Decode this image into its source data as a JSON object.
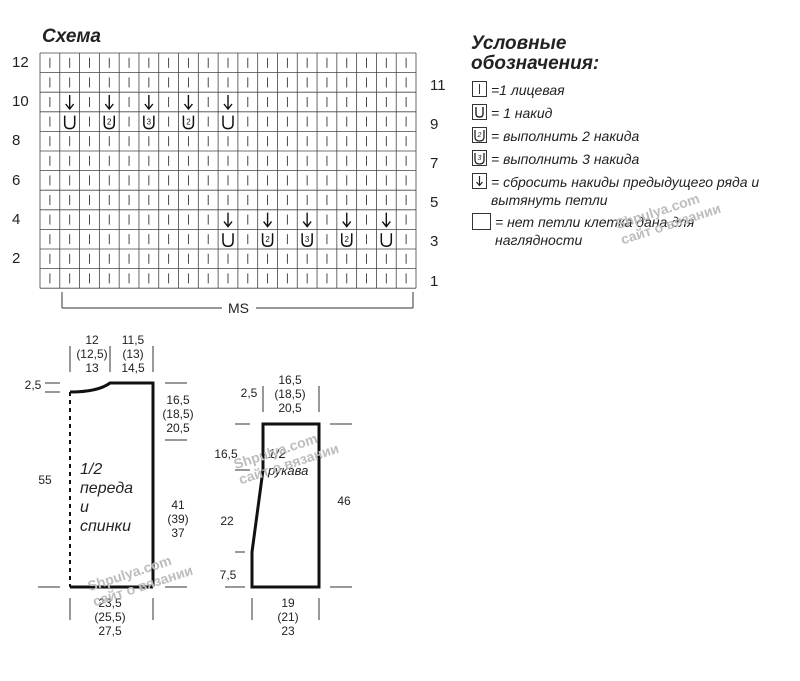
{
  "schema": {
    "title": "Схема",
    "left_row_numbers": [
      "12",
      "10",
      "8",
      "6",
      "4",
      "2"
    ],
    "right_row_numbers": [
      "11",
      "9",
      "7",
      "5",
      "3",
      "1"
    ],
    "ms_label": "MS",
    "row10_symbols": [
      "↓",
      "↓",
      "↓",
      "↓",
      "↓"
    ],
    "row9_symbols": [
      "U",
      "2",
      "3",
      "2",
      "U"
    ],
    "row4_symbols": [
      "↓",
      "↓",
      "↓",
      "↓",
      "↓"
    ],
    "row3_symbols": [
      "U",
      "2",
      "3",
      "2",
      "U"
    ]
  },
  "legend": {
    "title_line1": "Условные",
    "title_line2": "обозначения:",
    "items": [
      {
        "icon": "knit-stitch-icon",
        "text": "=1 лицевая"
      },
      {
        "icon": "yarn-over-icon",
        "text": "= 1 накид"
      },
      {
        "icon": "double-yarn-over-icon",
        "text": "= выполнить 2 накида"
      },
      {
        "icon": "triple-yarn-over-icon",
        "text": "= выполнить 3 накида"
      },
      {
        "icon": "drop-arrow-icon",
        "text": "= сбросить накиды предыдущего ряда и вытянуть петли"
      },
      {
        "icon": "empty-cell-icon",
        "text": "= нет петли клетка дана для наглядности"
      }
    ]
  },
  "front_back": {
    "label_lines": [
      "1/2",
      "переда",
      "и",
      "спинки"
    ],
    "top_left_dim": [
      "12",
      "(12,5)",
      "13"
    ],
    "top_right_dim": [
      "11,5",
      "(13)",
      "14,5"
    ],
    "neck_depth": "2,5",
    "height_left": "55",
    "shoulder_right": [
      "16,5",
      "(18,5)",
      "20,5"
    ],
    "side_right": [
      "41",
      "(39)",
      "37"
    ],
    "bottom_dim": [
      "23,5",
      "(25,5)",
      "27,5"
    ]
  },
  "sleeve": {
    "label_lines": [
      "1/2",
      "рукава"
    ],
    "top_dim": [
      "16,5",
      "(18,5)",
      "20,5"
    ],
    "top_left": "2,5",
    "upper_left": "16,5",
    "mid_left": "22",
    "bottom_left": "7,5",
    "height_right": "46",
    "bottom_dim": [
      "19",
      "(21)",
      "23"
    ]
  },
  "watermark": {
    "site": "Shpulya.com",
    "sub": "сайт о вязании"
  }
}
